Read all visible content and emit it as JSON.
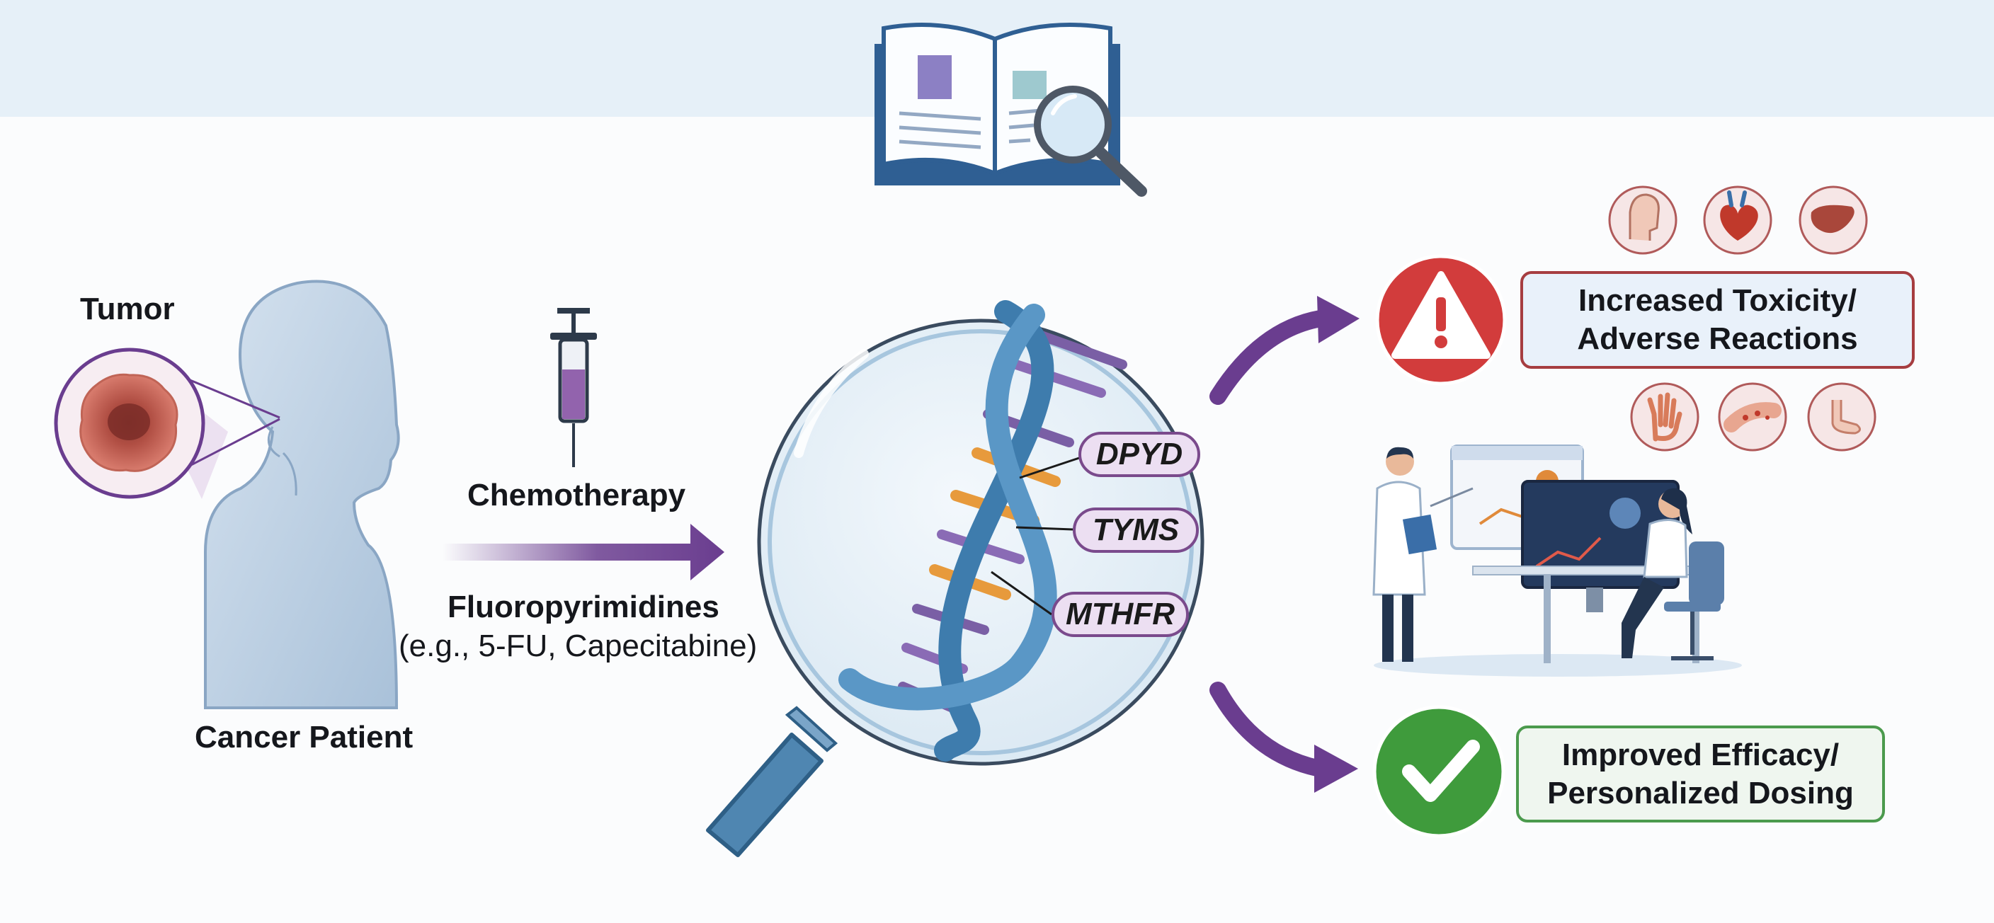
{
  "labels": {
    "tumor": "Tumor",
    "patient": "Cancer Patient",
    "chemotherapy": "Chemotherapy",
    "drug_class": "Fluoropyrimidines",
    "drug_examples": "(e.g., 5-FU, Capecitabine)"
  },
  "genes": [
    "DPYD",
    "TYMS",
    "MTHFR"
  ],
  "outcomes": {
    "toxicity": {
      "line1": "Increased Toxicity/",
      "line2": "Adverse Reactions"
    },
    "efficacy": {
      "line1": "Improved Efficacy/",
      "line2": "Personalized Dosing"
    }
  },
  "icons": {
    "header": "open-book-magnifier-icon",
    "warning": "warning-triangle-icon",
    "success": "checkmark-icon",
    "toxicity_organs": [
      "head-icon",
      "heart-icon",
      "liver-icon"
    ],
    "toxicity_symptoms": [
      "hand-rash-icon",
      "skin-lesion-icon",
      "foot-icon"
    ],
    "clinicians": "doctor-data-review-icon"
  },
  "colors": {
    "arrow": "#6a3d8f",
    "warning": "#d03a3a",
    "success": "#3f9b3c",
    "dna_strand": "#4a86b4",
    "gene_pill": "#ecdff2"
  }
}
